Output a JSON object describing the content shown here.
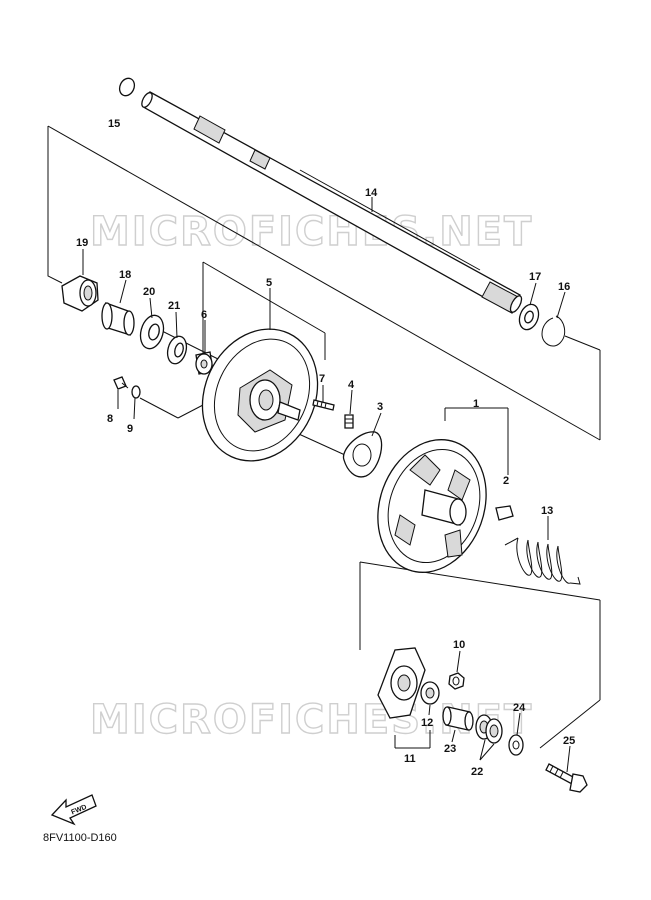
{
  "diagram": {
    "watermark": "MICROFICHES.NET",
    "drawing_code": "8FV1100-D160",
    "fwd_label": "FWD",
    "callouts": {
      "c1": "1",
      "c2": "2",
      "c3": "3",
      "c4": "4",
      "c5": "5",
      "c6": "6",
      "c7": "7",
      "c8": "8",
      "c9": "9",
      "c10": "10",
      "c11": "11",
      "c12": "12",
      "c13": "13",
      "c14": "14",
      "c15": "15",
      "c16": "16",
      "c17": "17",
      "c18": "18",
      "c19": "19",
      "c20": "20",
      "c21": "21",
      "c22": "22",
      "c23": "23",
      "c24": "24",
      "c25": "25"
    }
  }
}
